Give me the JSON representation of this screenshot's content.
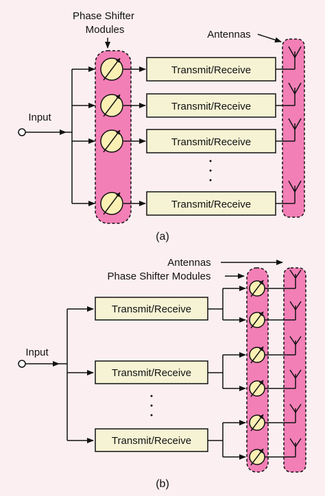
{
  "diagram_a": {
    "title_line1": "Phase Shifter",
    "title_line2": "Modules",
    "antennas_label": "Antennas",
    "input_label": "Input",
    "tr_label": "Transmit/Receive",
    "caption": "(a)"
  },
  "diagram_b": {
    "antennas_label": "Antennas",
    "phase_label": "Phase Shifter Modules",
    "input_label": "Input",
    "tr_label": "Transmit/Receive",
    "caption": "(b)"
  },
  "colors": {
    "background": "#fbeff1",
    "pink_module": "#f27fb6",
    "shifter_fill": "#fbf0b4",
    "box_fill": "#f6f3d4"
  }
}
